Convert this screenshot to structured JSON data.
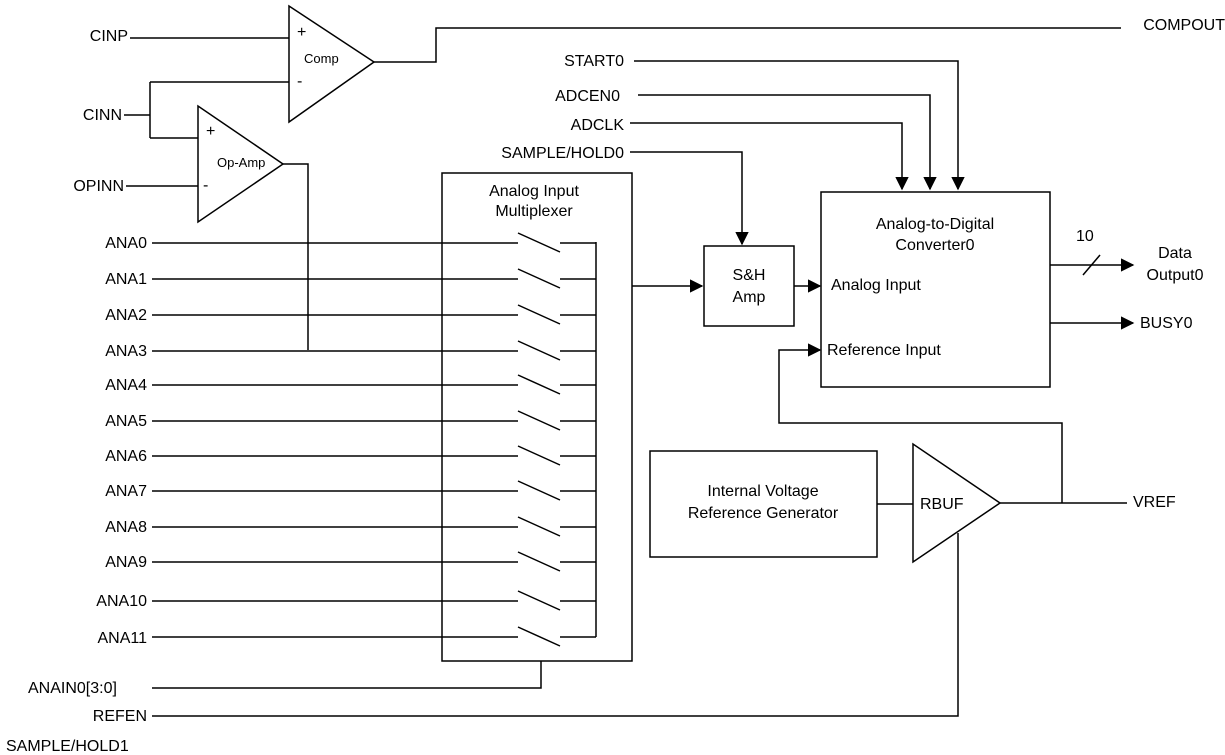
{
  "blocks": {
    "comparator": {
      "label": "Comp",
      "plus": "+",
      "minus": "-"
    },
    "opamp": {
      "label": "Op-Amp",
      "plus": "+",
      "minus": "-"
    },
    "mux": {
      "line1": "Analog Input",
      "line2": "Multiplexer"
    },
    "sh_amp": {
      "line1": "S&H",
      "line2": "Amp"
    },
    "adc": {
      "line1": "Analog-to-Digital",
      "line2": "Converter0",
      "analog_input": "Analog Input",
      "reference_input": "Reference Input"
    },
    "vref_gen": {
      "line1": "Internal Voltage",
      "line2": "Reference Generator"
    },
    "rbuf": {
      "label": "RBUF"
    }
  },
  "signals": {
    "cinp": "CINP",
    "cinn": "CINN",
    "opinn": "OPINN",
    "compout": "COMPOUT",
    "start0": "START0",
    "adcen0": "ADCEN0",
    "adclk": "ADCLK",
    "sample_hold0": "SAMPLE/HOLD0",
    "anain0": "ANAIN0[3:0]",
    "refen": "REFEN",
    "sample_hold1": "SAMPLE/HOLD1",
    "vref": "VREF",
    "data_output_line1": "Data",
    "data_output_line2": "Output0",
    "busy0": "BUSY0",
    "bus_width": "10"
  },
  "analog_inputs": [
    "ANA0",
    "ANA1",
    "ANA2",
    "ANA3",
    "ANA4",
    "ANA5",
    "ANA6",
    "ANA7",
    "ANA8",
    "ANA9",
    "ANA10",
    "ANA11"
  ]
}
